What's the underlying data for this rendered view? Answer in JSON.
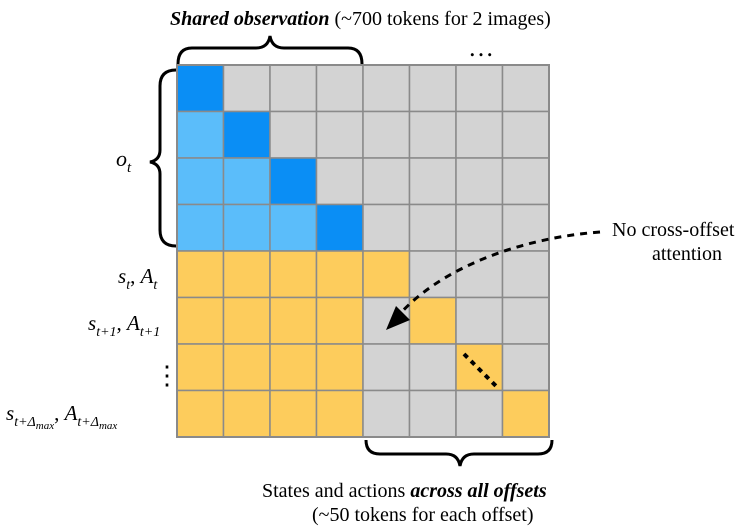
{
  "title": {
    "emphasis": "Shared observation",
    "rest": " (~700 tokens for 2 images)"
  },
  "ellipsis_top": "…",
  "rows": {
    "obs": {
      "base": "o",
      "sub": "t"
    },
    "row1": {
      "s": "s",
      "s_sub": "t",
      "a": "A",
      "a_sub": "t"
    },
    "row2": {
      "s": "s",
      "s_sub": "t+1",
      "a": "A",
      "a_sub": "t+1"
    },
    "row3_dots": "⋮",
    "row4": {
      "s": "s",
      "s_sub": "t+Δ",
      "s_subsub": "max",
      "a": "A",
      "a_sub": "t+Δ",
      "a_subsub": "max"
    }
  },
  "annotation": {
    "line1": "No cross-offset",
    "line2": "attention"
  },
  "bottom": {
    "line1_plain": "States and actions ",
    "line1_emph": "across all offsets",
    "line2": "(~50 tokens for each offset)"
  },
  "colors": {
    "grey": "#d3d3d3",
    "dark_blue": "#0a8ef5",
    "light_blue": "#5bbdfa",
    "yellow": "#fdcc5c",
    "grid_line": "#8a8a8a"
  },
  "grid": {
    "cols": 8,
    "rows": 8,
    "cells": [
      [
        "D",
        "G",
        "G",
        "G",
        "G",
        "G",
        "G",
        "G"
      ],
      [
        "L",
        "D",
        "G",
        "G",
        "G",
        "G",
        "G",
        "G"
      ],
      [
        "L",
        "L",
        "D",
        "G",
        "G",
        "G",
        "G",
        "G"
      ],
      [
        "L",
        "L",
        "L",
        "D",
        "G",
        "G",
        "G",
        "G"
      ],
      [
        "Y",
        "Y",
        "Y",
        "Y",
        "Y",
        "G",
        "G",
        "G"
      ],
      [
        "Y",
        "Y",
        "Y",
        "Y",
        "G",
        "Y",
        "G",
        "G"
      ],
      [
        "Y",
        "Y",
        "Y",
        "Y",
        "G",
        "G",
        "Y",
        "G"
      ],
      [
        "Y",
        "Y",
        "Y",
        "Y",
        "G",
        "G",
        "G",
        "Y"
      ]
    ]
  }
}
